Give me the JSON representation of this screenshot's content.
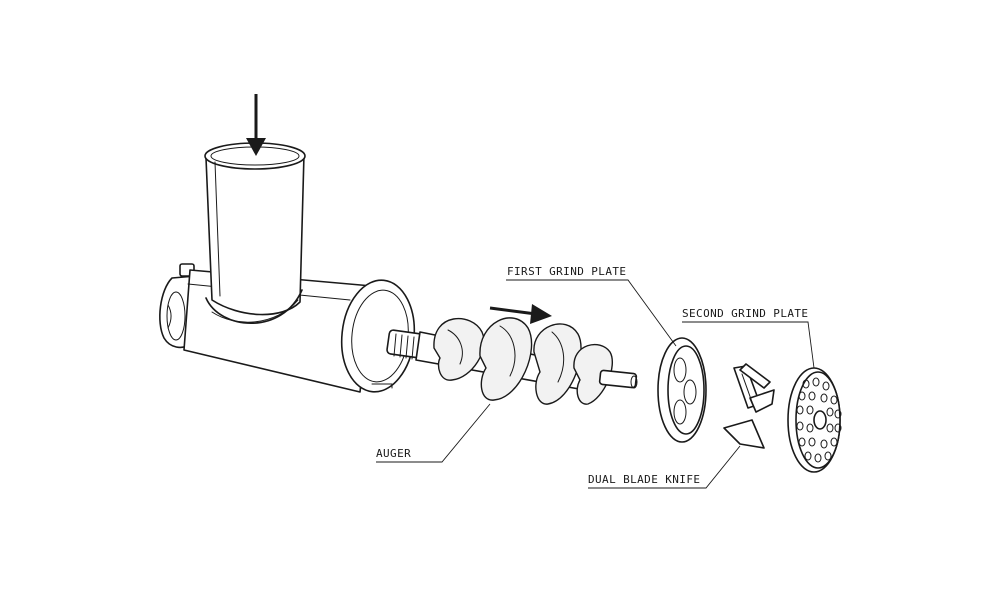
{
  "labels": {
    "first_grind_plate": "FIRST GRIND PLATE",
    "second_grind_plate": "SECOND GRIND PLATE",
    "auger": "AUGER",
    "dual_blade_knife": "DUAL BLADE KNIFE"
  },
  "icons": {
    "feed_arrow": "arrow-down-icon",
    "direction_arrow": "arrow-right-icon"
  },
  "colors": {
    "line": "#1a1a1a",
    "background": "#ffffff",
    "fill": "#f2f2f2"
  }
}
